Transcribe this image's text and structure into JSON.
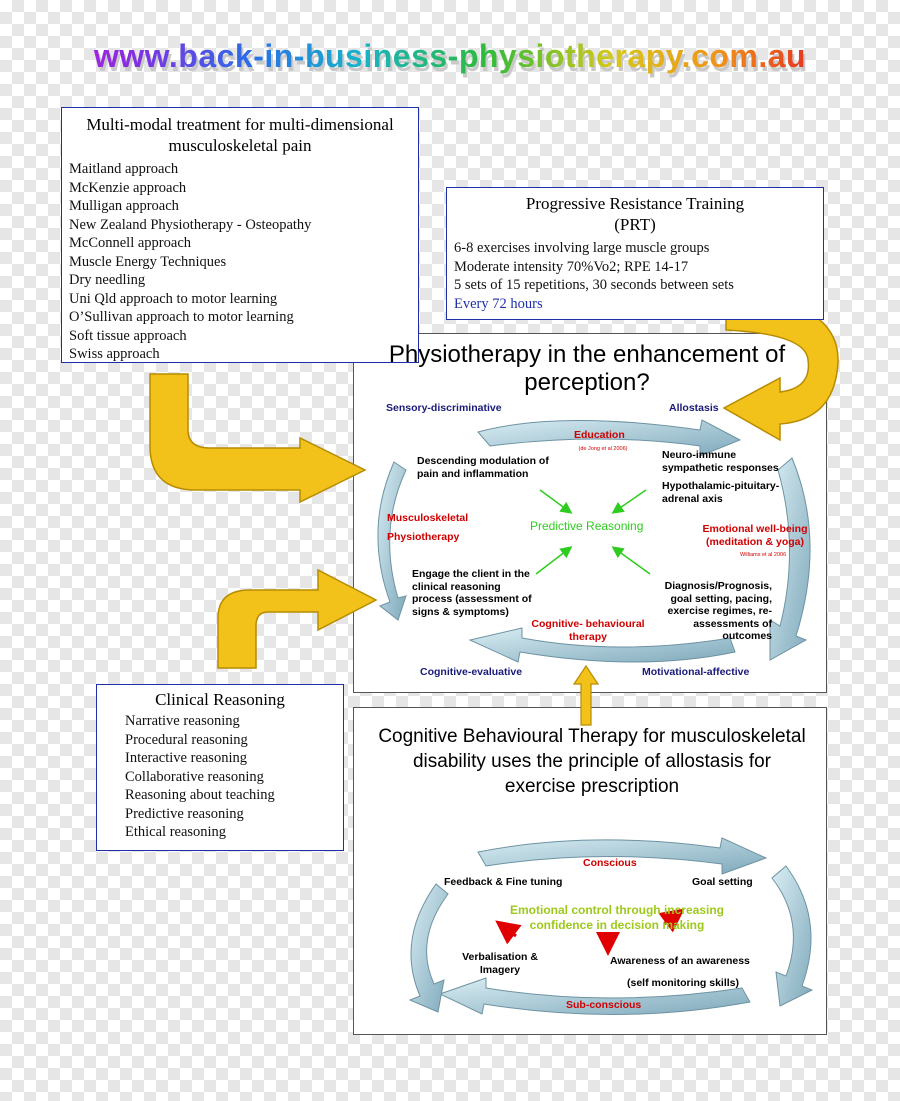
{
  "header": {
    "url": "www.back-in-business-physiotherapy.com.au"
  },
  "multimodal": {
    "title": "Multi-modal treatment for multi-dimensional musculoskeletal pain",
    "items": [
      "Maitland approach",
      "McKenzie approach",
      "Mulligan approach",
      "New Zealand Physiotherapy - Osteopathy",
      "McConnell approach",
      "Muscle Energy Techniques",
      "Dry needling",
      "Uni Qld approach to motor learning",
      "O’Sullivan approach to motor learning",
      "Soft tissue approach",
      "Swiss approach"
    ]
  },
  "prt": {
    "title": "Progressive Resistance Training (PRT)",
    "items": [
      "6-8 exercises involving large muscle groups",
      "Moderate intensity 70%Vo2; RPE 14-17",
      "5 sets of 15 repetitions, 30 seconds between sets"
    ],
    "highlight": "Every 72 hours"
  },
  "clinical": {
    "title": "Clinical Reasoning",
    "items": [
      "Narrative reasoning",
      "Procedural reasoning",
      "Interactive reasoning",
      "Collaborative reasoning",
      "Reasoning about teaching",
      "Predictive reasoning",
      "Ethical reasoning"
    ]
  },
  "perception": {
    "title": "Physiotherapy in the enhancement of perception?",
    "sensory": "Sensory-discriminative",
    "allostasis": "Allostasis",
    "cognitive_evaluative": "Cognitive-evaluative",
    "motivational_affective": "Motivational-affective",
    "education": "Education",
    "education_ref": "(de Jong et al 2006)",
    "descending": "Descending modulation of pain and inflammation",
    "neuro": "Neuro-immune sympathetic responses",
    "hpa": "Hypothalamic-pituitary-adrenal axis",
    "msk": "Musculoskeletal",
    "physio": "Physiotherapy",
    "predictive": "Predictive Reasoning",
    "emotional": "Emotional well-being (meditation & yoga)",
    "emotional_ref": "Williams et al 2006",
    "engage": "Engage the client in the clinical reasoning process (assessment of signs & symptoms)",
    "diagnosis": "Diagnosis/Prognosis, goal setting, pacing, exercise regimes, re-assessments of outcomes",
    "cbt": "Cognitive- behavioural therapy"
  },
  "cbt_panel": {
    "title": "Cognitive Behavioural Therapy for musculoskeletal disability uses the principle of allostasis for exercise prescription",
    "conscious": "Conscious",
    "feedback": "Feedback & Fine tuning",
    "goal": "Goal setting",
    "emotional": "Emotional control through increasing confidence in decision making",
    "verbal": "Verbalisation & Imagery",
    "awareness": "Awareness of an awareness",
    "self_monitoring": "(self monitoring skills)",
    "subconscious": "Sub-conscious"
  },
  "colors": {
    "box_border": "#1f2fa8",
    "arrow_gold": "#f2c21a",
    "arrow_teal": "#9fc7d6",
    "red": "#d00000",
    "green": "#2ecc1e",
    "navy": "#1a1a7a"
  }
}
